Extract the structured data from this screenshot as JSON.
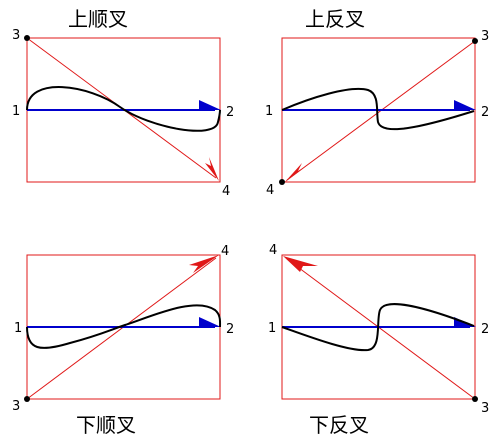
{
  "colors": {
    "frame": "#e01818",
    "diagonal": "#e01818",
    "axis": "#0000cc",
    "curve": "#000000",
    "point": "#000000",
    "background": "#ffffff"
  },
  "panels": [
    {
      "key": "top-left",
      "title": "上顺叉",
      "labels": {
        "p1": "1",
        "p2": "2",
        "p3": "3",
        "p4": "4"
      }
    },
    {
      "key": "top-right",
      "title": "上反叉",
      "labels": {
        "p1": "1",
        "p2": "2",
        "p3": "3",
        "p4": "4"
      }
    },
    {
      "key": "bottom-left",
      "title": "下顺叉",
      "labels": {
        "p1": "1",
        "p2": "2",
        "p3": "3",
        "p4": "4"
      }
    },
    {
      "key": "bottom-right",
      "title": "下反叉",
      "labels": {
        "p1": "1",
        "p2": "2",
        "p3": "3",
        "p4": "4"
      }
    }
  ]
}
